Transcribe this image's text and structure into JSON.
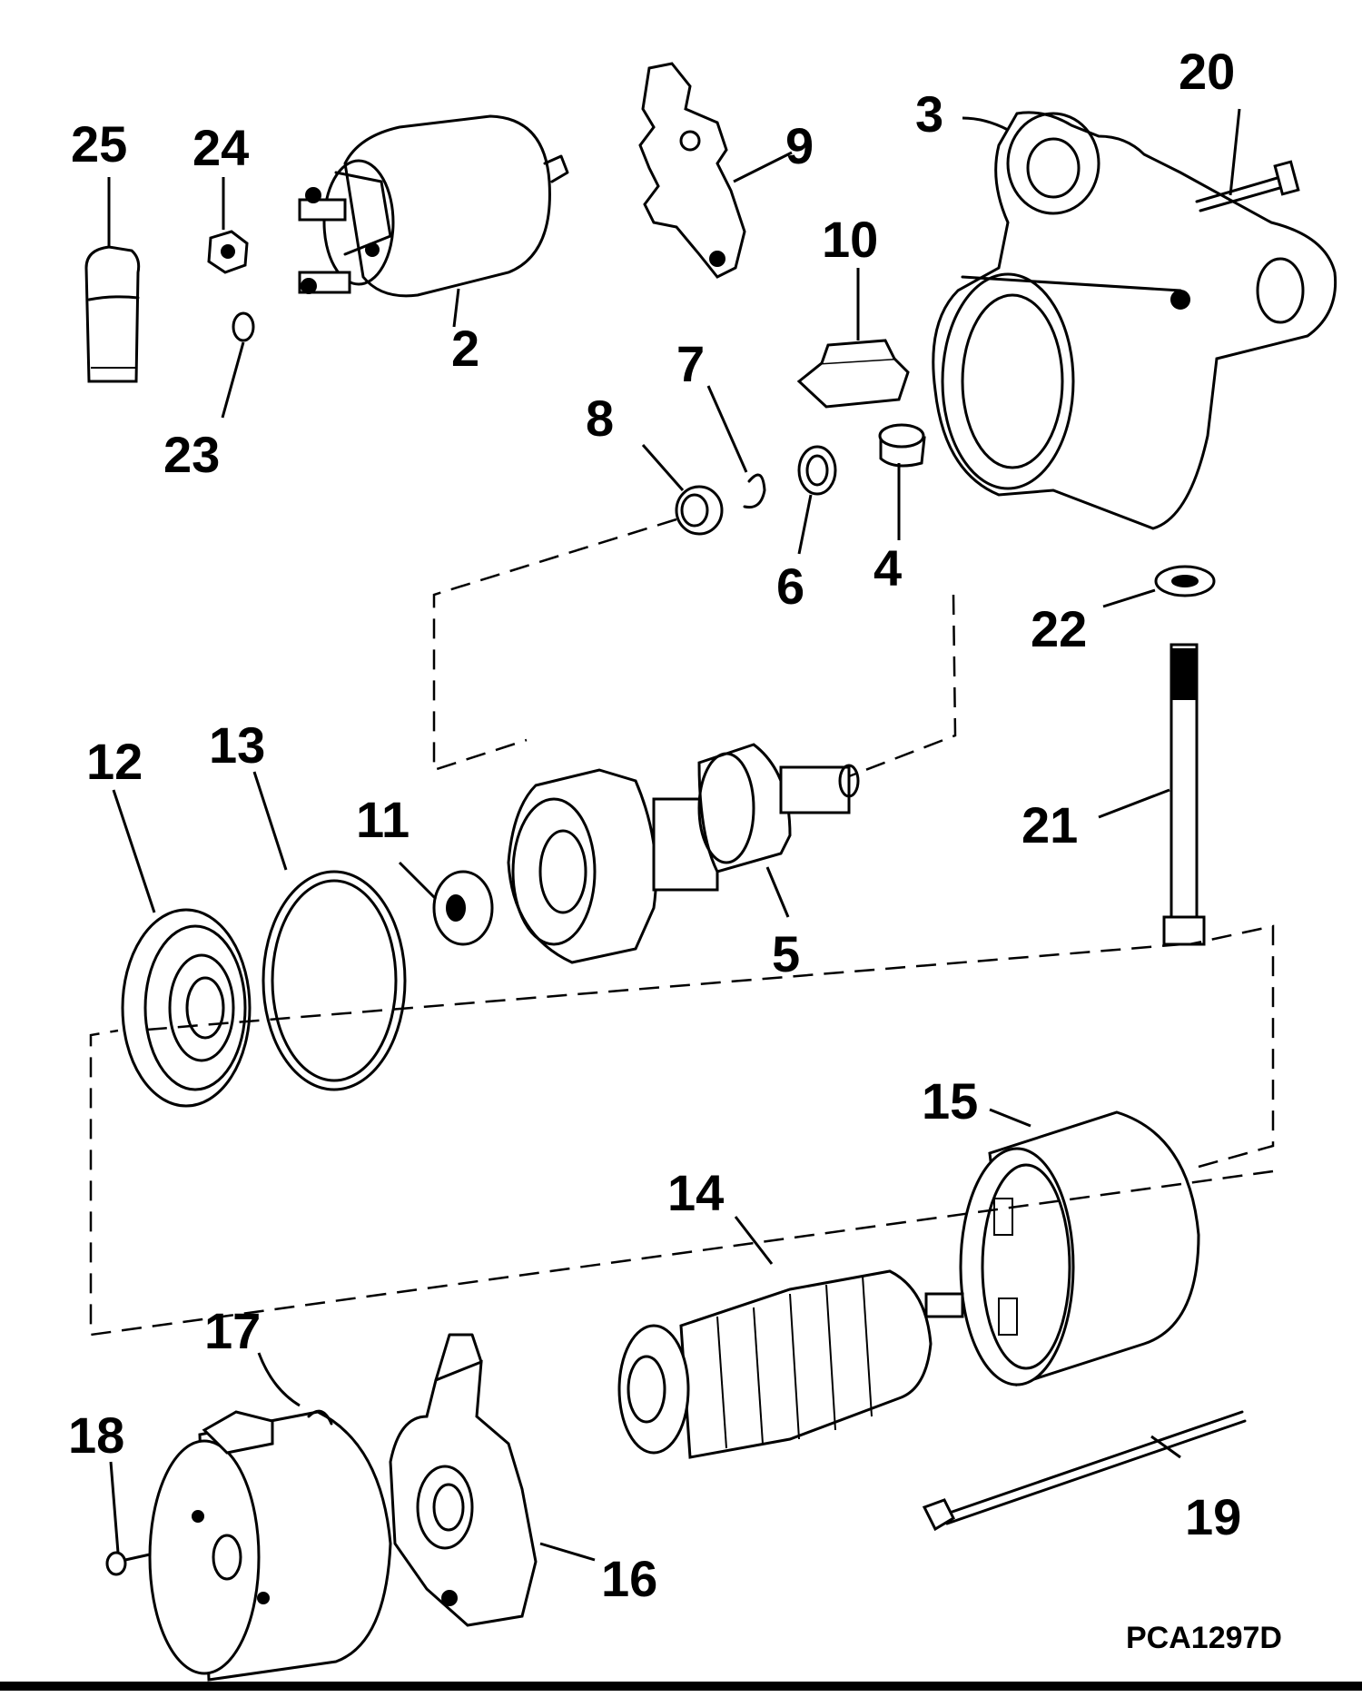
{
  "drawing_code": "PCA1297D",
  "callouts": {
    "c2": "2",
    "c3": "3",
    "c4": "4",
    "c5": "5",
    "c6": "6",
    "c7": "7",
    "c8": "8",
    "c9": "9",
    "c10": "10",
    "c11": "11",
    "c12": "12",
    "c13": "13",
    "c14": "14",
    "c15": "15",
    "c16": "16",
    "c17": "17",
    "c18": "18",
    "c19": "19",
    "c20": "20",
    "c21": "21",
    "c22": "22",
    "c23": "23",
    "c24": "24",
    "c25": "25"
  }
}
